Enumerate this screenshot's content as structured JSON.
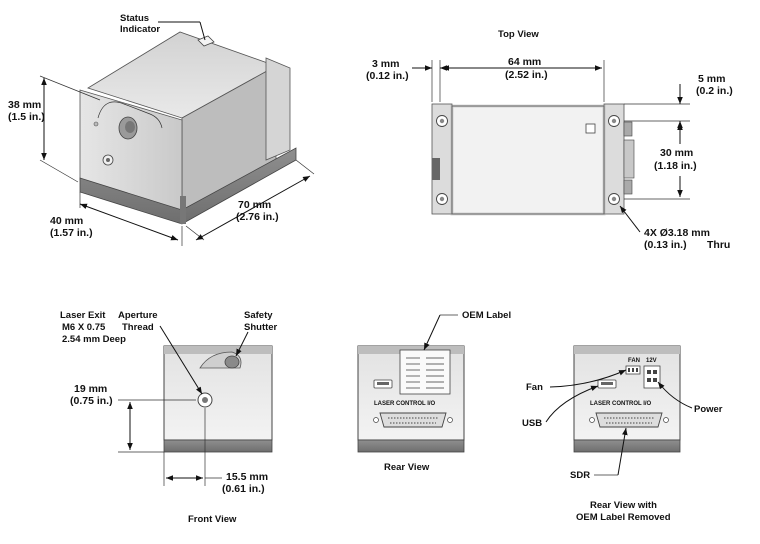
{
  "iso": {
    "status_indicator": [
      "Status",
      "Indicator"
    ],
    "height": [
      "38 mm",
      "(1.5 in.)"
    ],
    "width": [
      "40 mm",
      "(1.57 in.)"
    ],
    "length": [
      "70 mm",
      "(2.76 in.)"
    ]
  },
  "top": {
    "title": "Top View",
    "flange": [
      "3 mm",
      "(0.12 in.)"
    ],
    "length": [
      "64 mm",
      "(2.52 in.)"
    ],
    "edge": [
      "5 mm",
      "(0.2 in.)"
    ],
    "spacing": [
      "30 mm",
      "(1.18 in.)"
    ],
    "holes": [
      "4X Ø3.18 mm",
      "(0.13 in.)"
    ],
    "holes_thru": "Thru"
  },
  "front": {
    "title": "Front View",
    "laser_exit": [
      "Laser Exit",
      "M6 X 0.75",
      "2.54 mm Deep"
    ],
    "aperture": [
      "Aperture",
      "Thread"
    ],
    "shutter": [
      "Safety",
      "Shutter"
    ],
    "height": [
      "19 mm",
      "(0.75 in.)"
    ],
    "offset": [
      "15.5 mm",
      "(0.61 in.)"
    ]
  },
  "rear": {
    "title": "Rear View",
    "oem_label": "OEM Label",
    "panel_text": "LASER CONTROL I/O"
  },
  "rear2": {
    "title": [
      "Rear View with",
      "OEM Label Removed"
    ],
    "fan": "Fan",
    "usb": "USB",
    "sdr": "SDR",
    "power": "Power",
    "fan_port": "FAN",
    "power_port": "12V",
    "panel_text": "LASER CONTROL I/O"
  }
}
